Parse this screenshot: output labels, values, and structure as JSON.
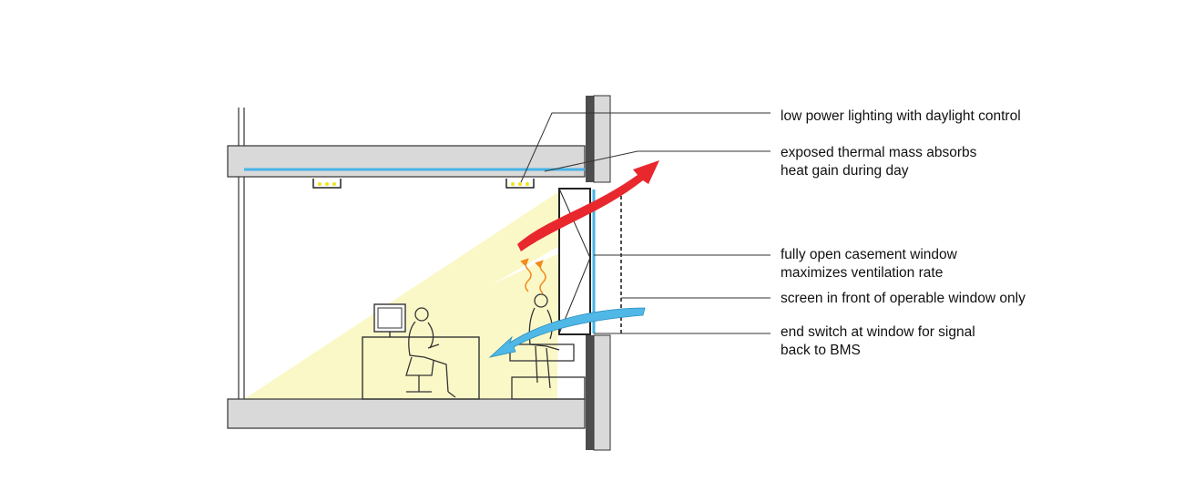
{
  "labels": {
    "lighting": [
      "low power lighting with daylight control"
    ],
    "thermal_mass": [
      "exposed thermal mass absorbs",
      "heat gain during day"
    ],
    "casement": [
      "fully open casement window",
      "maximizes ventilation rate"
    ],
    "screen": [
      "screen in front of operable window only"
    ],
    "end_switch": [
      "end switch at window for signal",
      "back to BMS"
    ]
  },
  "colors": {
    "slab": "#d9d9d9",
    "outline": "#333333",
    "wall": "#4d4d4d",
    "glass": "#47b3e6",
    "daylight": "#fbf8c8",
    "warm_air": "#e8282d",
    "cool_air": "#4fb8e6",
    "heat": "#f28a1e",
    "lamp": "#f2e21d"
  }
}
